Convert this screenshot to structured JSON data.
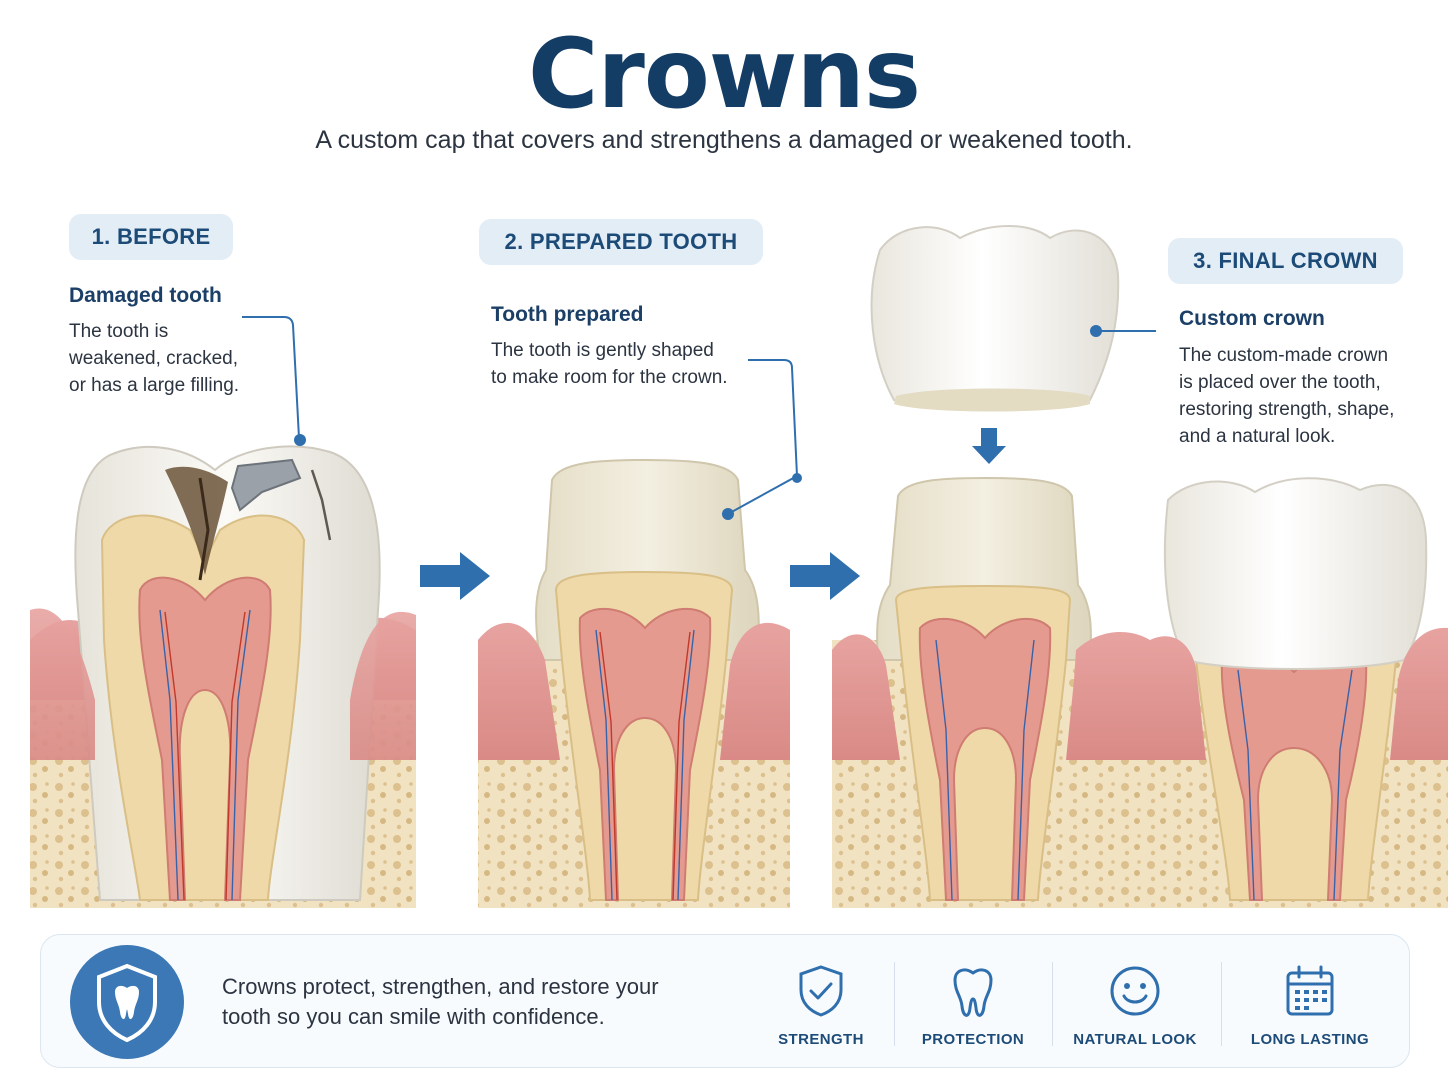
{
  "header": {
    "title": "Crowns",
    "subtitle": "A custom cap that covers and strengthens a damaged or weakened tooth."
  },
  "steps": [
    {
      "label": "1. BEFORE",
      "heading": "Damaged tooth",
      "lines": [
        "The tooth is",
        "weakened, cracked,",
        "or has a large filling."
      ]
    },
    {
      "label": "2. PREPARED TOOTH",
      "heading": "Tooth prepared",
      "lines": [
        "The tooth is gently shaped",
        "to make room for the crown."
      ]
    },
    {
      "label": "3. FINAL CROWN",
      "heading": "Custom crown",
      "lines": [
        "The custom-made crown",
        "is placed over the tooth,",
        "restoring strength, shape,",
        "and a natural look."
      ]
    }
  ],
  "footer": {
    "message_lines": [
      "Crowns protect, strengthen, and restore your",
      "tooth so you can smile with confidence."
    ],
    "benefits": [
      {
        "label": "STRENGTH",
        "icon": "shield-check-icon"
      },
      {
        "label": "PROTECTION",
        "icon": "tooth-icon"
      },
      {
        "label": "NATURAL LOOK",
        "icon": "smiley-face-icon"
      },
      {
        "label": "LONG LASTING",
        "icon": "calendar-icon"
      }
    ]
  },
  "colors": {
    "title": "#143d66",
    "accent_blue": "#2f6fae",
    "pill_bg": "#e3edf6",
    "enamel": "#f4f1ea",
    "dentin": "#efd9a8",
    "pulp": "#e59a8f",
    "gum": "#e59c98",
    "bone": "#f1e2c2"
  }
}
